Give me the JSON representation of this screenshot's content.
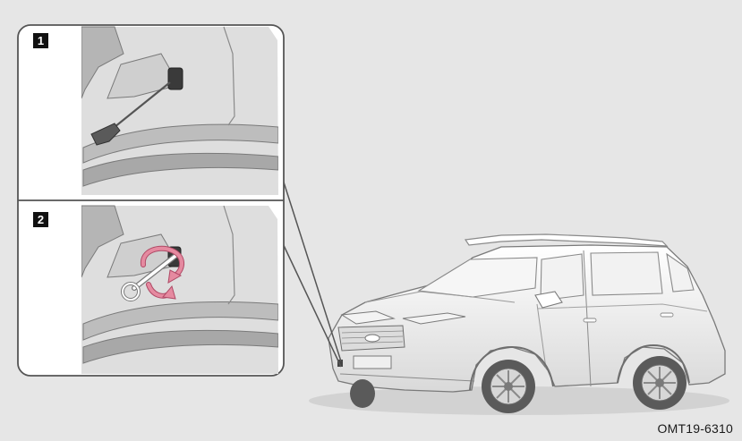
{
  "steps": [
    {
      "number": "1"
    },
    {
      "number": "2"
    }
  ],
  "figure_code": "OMT19-6310",
  "icons": {
    "rotate_arrow": "rotate-arrow-icon",
    "screwdriver": "screwdriver-icon"
  },
  "colors": {
    "background": "#e6e6e6",
    "rotation_arrow": "#e58aa0",
    "callout_border": "#555555"
  }
}
